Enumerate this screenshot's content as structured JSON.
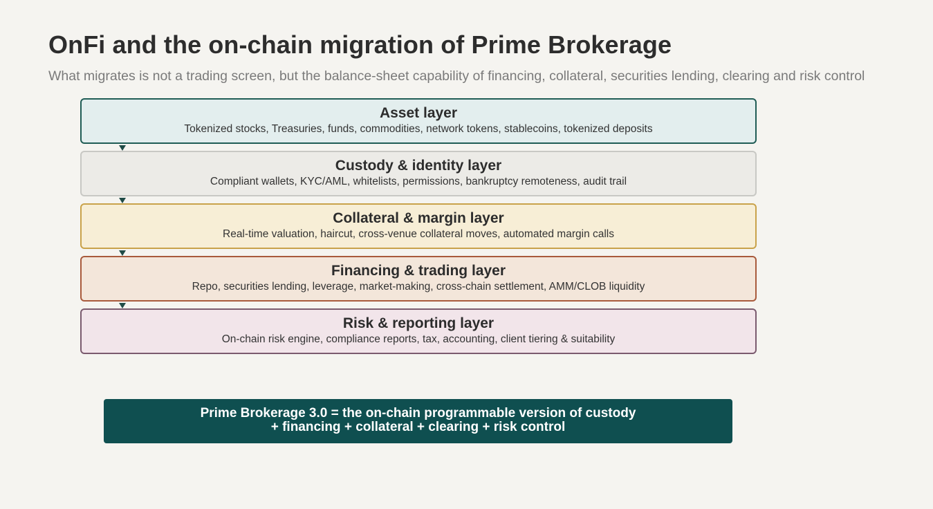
{
  "header": {
    "title": "OnFi and the on-chain migration of Prime Brokerage",
    "subtitle": "What migrates is not a trading screen, but the balance-sheet capability of financing, collateral, securities lending, clearing and risk control"
  },
  "layers": [
    {
      "title": "Asset layer",
      "description": "Tokenized stocks, Treasuries, funds, commodities, network tokens, stablecoins, tokenized deposits",
      "border_color": "#1f5c55",
      "fill_color": "#e3eeee"
    },
    {
      "title": "Custody & identity layer",
      "description": "Compliant wallets, KYC/AML, whitelists, permissions, bankruptcy remoteness, audit trail",
      "border_color": "#c8c8c4",
      "fill_color": "#ecebe7"
    },
    {
      "title": "Collateral & margin layer",
      "description": "Real-time valuation, haircut, cross-venue collateral moves, automated margin calls",
      "border_color": "#c9a24a",
      "fill_color": "#f7eed6"
    },
    {
      "title": "Financing & trading layer",
      "description": "Repo, securities lending, leverage, market-making, cross-chain settlement, AMM/CLOB liquidity",
      "border_color": "#a85a3c",
      "fill_color": "#f3e6da"
    },
    {
      "title": "Risk & reporting layer",
      "description": "On-chain risk engine, compliance reports, tax, accounting, client tiering & suitability",
      "border_color": "#7a5a6e",
      "fill_color": "#f2e5ea"
    }
  ],
  "summary": {
    "line1": "Prime Brokerage 3.0 = the on-chain programmable version of custody",
    "line2": "+ financing + collateral + clearing + risk control",
    "fill_color": "#0f4f50"
  }
}
